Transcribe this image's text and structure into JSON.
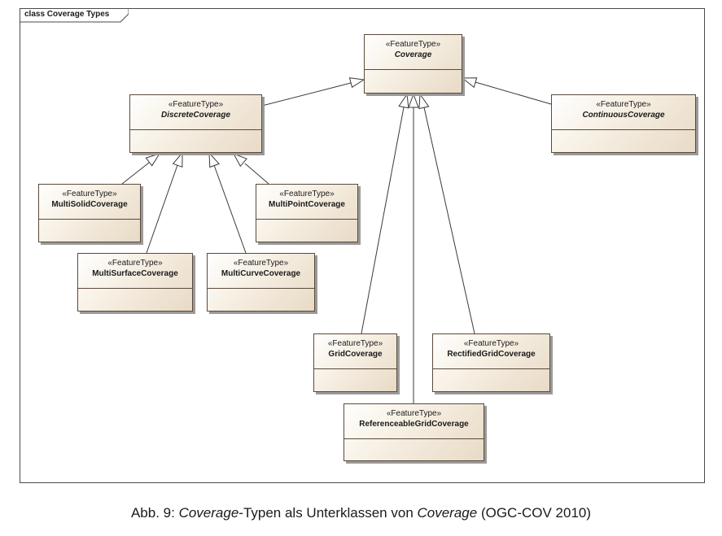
{
  "frame": {
    "title": "class Coverage Types"
  },
  "classes": {
    "coverage": {
      "stereotype": "«FeatureType»",
      "name": "Coverage"
    },
    "discrete": {
      "stereotype": "«FeatureType»",
      "name": "DiscreteCoverage"
    },
    "continuous": {
      "stereotype": "«FeatureType»",
      "name": "ContinuousCoverage"
    },
    "multisolid": {
      "stereotype": "«FeatureType»",
      "name": "MultiSolidCoverage"
    },
    "multipoint": {
      "stereotype": "«FeatureType»",
      "name": "MultiPointCoverage"
    },
    "multisurface": {
      "stereotype": "«FeatureType»",
      "name": "MultiSurfaceCoverage"
    },
    "multicurve": {
      "stereotype": "«FeatureType»",
      "name": "MultiCurveCoverage"
    },
    "grid": {
      "stereotype": "«FeatureType»",
      "name": "GridCoverage"
    },
    "rectified": {
      "stereotype": "«FeatureType»",
      "name": "RectifiedGridCoverage"
    },
    "referenceable": {
      "stereotype": "«FeatureType»",
      "name": "ReferenceableGridCoverage"
    }
  },
  "caption": {
    "prefix": "Abb. 9: ",
    "term1": "Coverage",
    "middle": "-Typen als Unterklassen von ",
    "term2": "Coverage",
    "suffix": " (OGC-COV 2010)"
  }
}
